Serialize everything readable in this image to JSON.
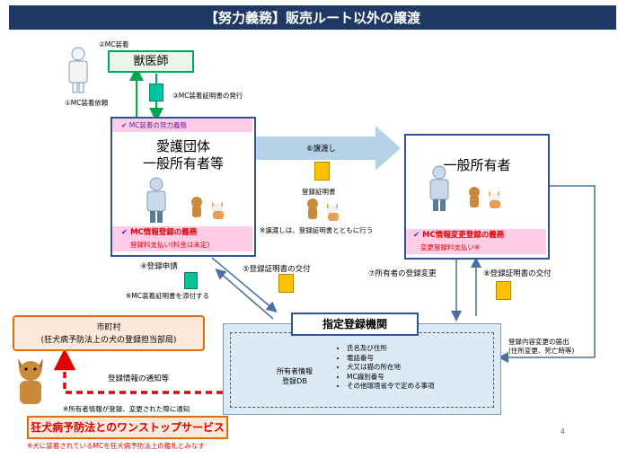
{
  "title": "【努力義務】販売ルート以外の譲渡",
  "vet": {
    "label": "獣医師",
    "mc_install": "②MC装着",
    "request": "①MC装着依頼",
    "certificate": "③MC装着証明書の発行"
  },
  "shelter": {
    "duty_top": "MC装着の努力義務",
    "name_line1": "愛護団体",
    "name_line2": "一般所有者等",
    "duty_bottom": "MC情報登録の義務",
    "fee": "登録料支払い(料金は未定)"
  },
  "transfer": {
    "label": "⑥譲渡し",
    "doc_label": "登録証明書",
    "note": "※譲渡しは、登録証明書とともに行う"
  },
  "owner": {
    "name": "一般所有者",
    "duty": "MC情報変更登録の義務",
    "fee": "変更登録料支払い※"
  },
  "steps": {
    "apply": "④登録申請",
    "apply_note": "※MC装着証明書を添付する",
    "issue5": "⑤登録証明書の交付",
    "change7": "⑦所有者の登録変更",
    "issue8": "⑧登録証明書の交付",
    "change_notice_1": "登録内容変更の届出",
    "change_notice_2": "(住所変更、死亡時等)"
  },
  "registry": {
    "title": "指定登録機関",
    "db_line1": "所有者情報",
    "db_line2": "登録DB",
    "items": [
      "氏名及び住所",
      "電話番号",
      "犬又は猫の所在地",
      "MC識別番号",
      "その他環境省令で定める事項"
    ]
  },
  "municipality": {
    "line1": "市町村",
    "line2": "(狂犬病予防法上の犬の登録担当部局)"
  },
  "notify": {
    "label": "登録情報の通知等",
    "note": "※所有者情報が登録、変更された際に通知"
  },
  "onestop": {
    "label": "狂犬病予防法とのワンストップサービス",
    "note": "※犬に装着されているMCを狂犬病予防法上の鑑札とみなす"
  },
  "page_number": "4",
  "check_mark": "✔",
  "colors": {
    "navy": "#1f3864",
    "blue": "#2e5597",
    "pink": "#ffcce6",
    "red": "#e00000",
    "yellow": "#ffc000",
    "teal": "#00c49a",
    "orange_border": "#e36c09"
  }
}
